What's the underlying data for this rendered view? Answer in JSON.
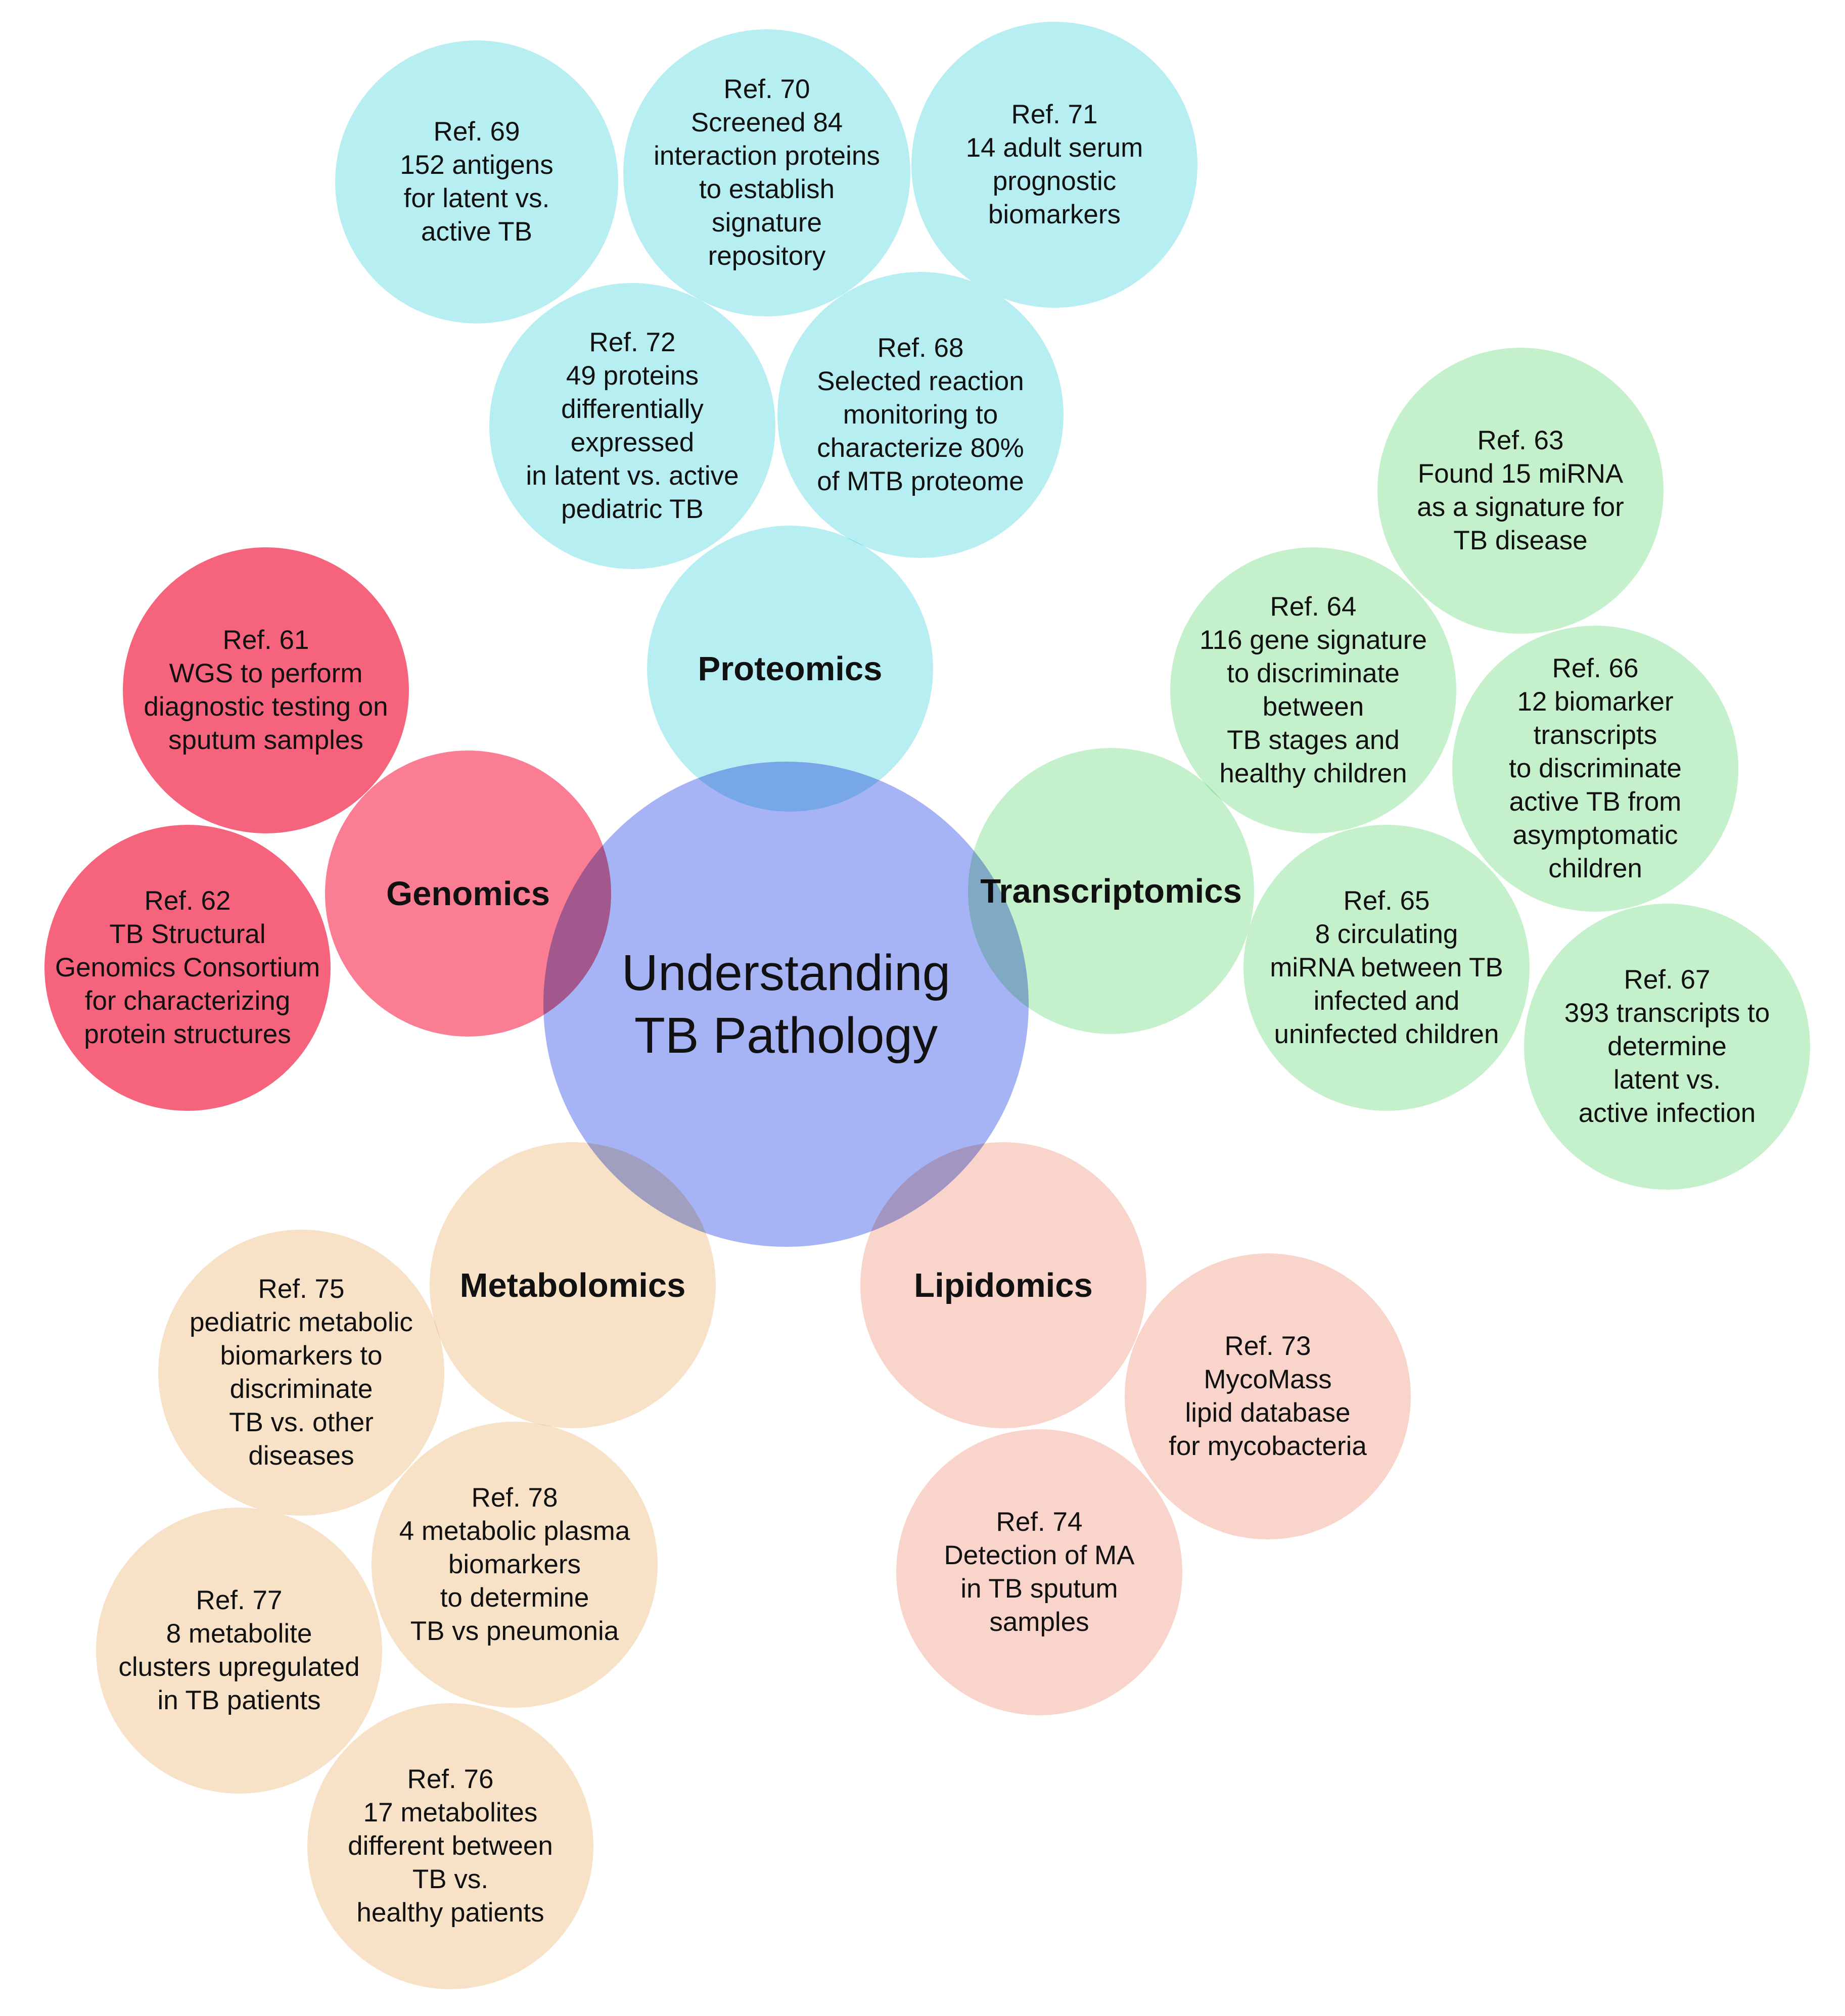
{
  "colors": {
    "proteomics": "#b7eef2",
    "transcriptomics": "#c4f1cc",
    "genomics_hub": "#fb7d93",
    "genomics_ref": "#f5647c",
    "metabolomics": "#f7e2c8",
    "lipidomics": "#f9d4ca",
    "center": "#a6b3f4"
  },
  "center": {
    "label": "Understanding\nTB Pathology"
  },
  "hubs": {
    "proteomics": "Proteomics",
    "genomics": "Genomics",
    "transcriptomics": "Transcriptomics",
    "metabolomics": "Metabolomics",
    "lipidomics": "Lipidomics"
  },
  "refs": {
    "r69": {
      "ref": "Ref. 69",
      "text": "152 antigens\nfor latent vs.\nactive TB"
    },
    "r70": {
      "ref": "Ref. 70",
      "text": "Screened 84\ninteraction proteins\nto establish\nsignature\nrepository"
    },
    "r71": {
      "ref": "Ref. 71",
      "text": "14 adult serum\nprognostic\nbiomarkers"
    },
    "r72": {
      "ref": "Ref. 72",
      "text": "49 proteins\ndifferentially\nexpressed\nin latent vs. active\npediatric TB"
    },
    "r68": {
      "ref": "Ref. 68",
      "text": "Selected reaction\nmonitoring to\ncharacterize 80%\nof MTB proteome"
    },
    "r63": {
      "ref": "Ref. 63",
      "text": "Found 15 miRNA\nas a signature for\nTB disease"
    },
    "r64": {
      "ref": "Ref. 64",
      "text": "116 gene signature\nto discriminate\nbetween\nTB stages and\nhealthy children"
    },
    "r66": {
      "ref": "Ref. 66",
      "text": "12 biomarker\ntranscripts\nto discriminate\nactive TB from\nasymptomatic\nchildren"
    },
    "r65": {
      "ref": "Ref. 65",
      "text": "8 circulating\nmiRNA between TB\ninfected and\nuninfected children"
    },
    "r67": {
      "ref": "Ref. 67",
      "text": "393 transcripts to\ndetermine\nlatent vs.\nactive infection"
    },
    "r61": {
      "ref": "Ref. 61",
      "text": "WGS to perform\ndiagnostic testing on\nsputum samples"
    },
    "r62": {
      "ref": "Ref. 62",
      "text": "TB Structural\nGenomics Consortium\nfor characterizing\nprotein structures"
    },
    "r75": {
      "ref": "Ref. 75",
      "text": "pediatric metabolic\nbiomarkers to\ndiscriminate\nTB vs. other\ndiseases"
    },
    "r78": {
      "ref": "Ref. 78",
      "text": "4 metabolic plasma\nbiomarkers\nto determine\nTB vs pneumonia"
    },
    "r77": {
      "ref": "Ref. 77",
      "text": "8 metabolite\nclusters upregulated\nin TB patients"
    },
    "r76": {
      "ref": "Ref. 76",
      "text": "17 metabolites\ndifferent between\nTB vs.\nhealthy patients"
    },
    "r73": {
      "ref": "Ref. 73",
      "text": "MycoMass\nlipid database\nfor mycobacteria"
    },
    "r74": {
      "ref": "Ref. 74",
      "text": "Detection of MA\nin TB sputum\nsamples"
    }
  }
}
